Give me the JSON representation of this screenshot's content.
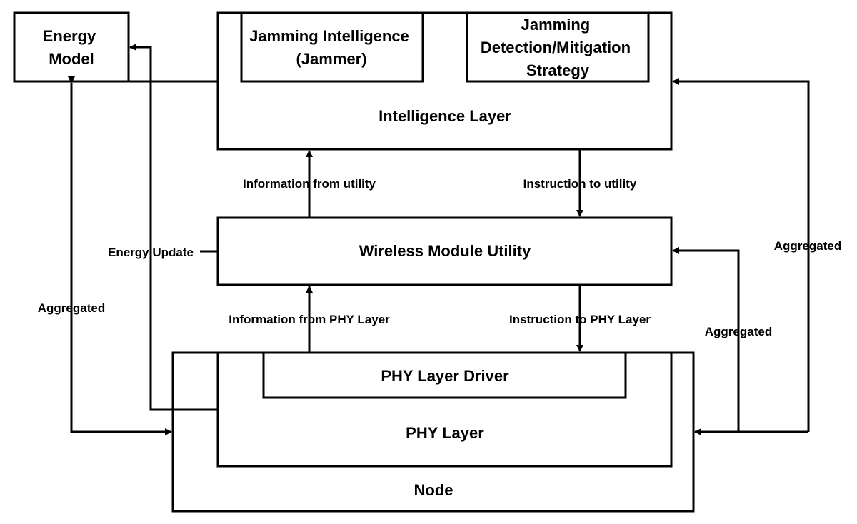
{
  "blocks": {
    "energy_model": [
      "Energy",
      "Model"
    ],
    "jamming_intelligence": [
      "Jamming Intelligence",
      "(Jammer)"
    ],
    "jamming_detection": [
      "Jamming",
      "Detection/Mitigation",
      "Strategy"
    ],
    "intelligence_layer": "Intelligence Layer",
    "wireless_module_utility": "Wireless Module Utility",
    "phy_layer_driver": "PHY Layer Driver",
    "phy_layer": "PHY Layer",
    "node": "Node"
  },
  "edges": {
    "information_from_utility": "Information from utility",
    "instruction_to_utility": "Instruction to utility",
    "information_from_phy": "Information from PHY Layer",
    "instruction_to_phy": "Instruction to PHY Layer",
    "energy_update": "Energy Update",
    "aggregated_left": "Aggregated",
    "aggregated_right_outer": "Aggregated",
    "aggregated_right_inner": "Aggregated"
  }
}
